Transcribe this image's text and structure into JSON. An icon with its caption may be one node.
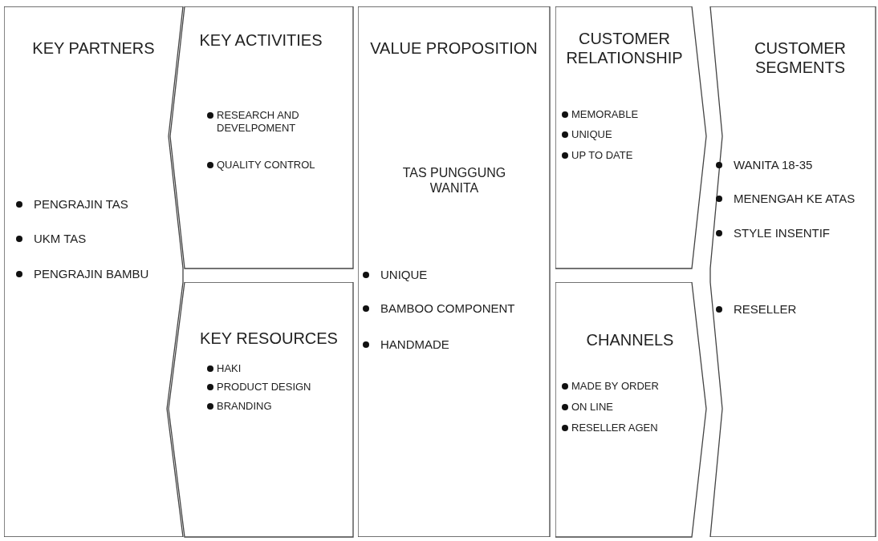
{
  "diagram": {
    "nodes": [
      {
        "text": [
          "KEY PARTNERS",
          "PENGRAJIN TAS",
          "UKM TAS",
          "PENGRAJIN BAMBU"
        ]
      },
      {
        "text": [
          "KEY ACTIVITIES",
          "RESEARCH AND DEVELPOMENT",
          "QUALITY CONTROL"
        ]
      },
      {
        "text": [
          "KEY RESOURCES",
          "HAKI",
          "PRODUCT DESIGN",
          "BRANDING"
        ]
      },
      {
        "text": [
          "VALUE PROPOSITION",
          "TAS PUNGGUNG WANITA",
          "UNIQUE",
          "BAMBOO COMPONENT",
          "HANDMADE"
        ]
      },
      {
        "text": [
          "CUSTOMER RELATIONSHIP",
          "MEMORABLE",
          "UNIQUE",
          "UP TO DATE"
        ]
      },
      {
        "text": [
          "CHANNELS",
          "MADE BY ORDER",
          "ON LINE",
          "RESELLER AGEN"
        ]
      },
      {
        "text": [
          "CUSTOMER SEGMENTS",
          "WANITA 18-35",
          "MENENGAH KE ATAS",
          "STYLE INSENTIF",
          "RESELLER"
        ]
      }
    ]
  }
}
